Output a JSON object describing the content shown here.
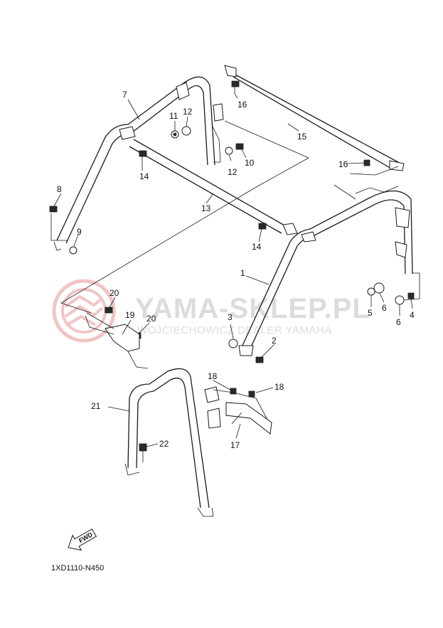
{
  "watermark": {
    "title": "YAMA-SKLEP.PL",
    "subtitle": "WOJCIECHOWICZ DEALER YAMAHA",
    "logo_color": "#e89a9a"
  },
  "fwd_label": "FWD",
  "diagram_code": "1XD1110-N450",
  "callouts": [
    "1",
    "2",
    "3",
    "4",
    "5",
    "6",
    "6",
    "7",
    "8",
    "9",
    "10",
    "11",
    "12",
    "12",
    "13",
    "14",
    "14",
    "15",
    "16",
    "16",
    "17",
    "18",
    "18",
    "19",
    "20",
    "20",
    "21",
    "22"
  ]
}
